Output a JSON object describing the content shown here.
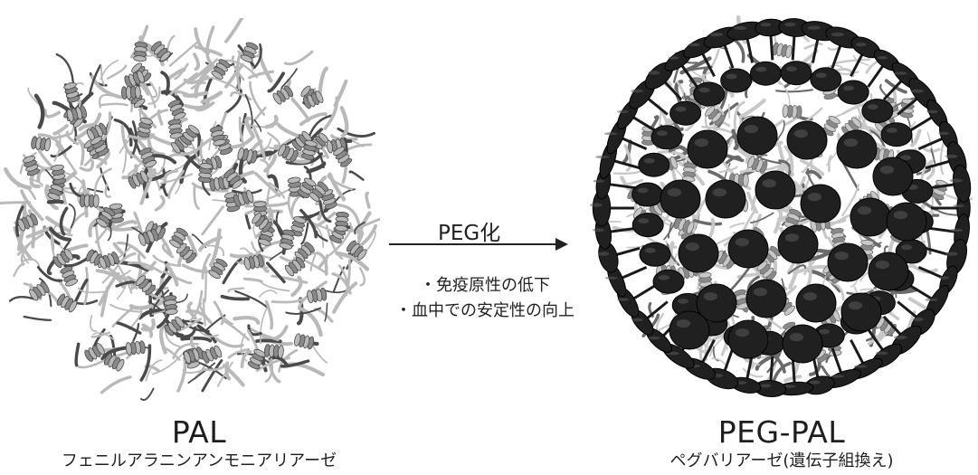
{
  "process": {
    "arrow_label": "PEG化",
    "effects": [
      "・免疫原性の低下",
      "・血中での安定性の向上"
    ]
  },
  "left_molecule": {
    "name": "PAL",
    "full_name": "フェニルアラニンアンモニアリアーゼ"
  },
  "right_molecule": {
    "name": "PEG-PAL",
    "full_name": "ペグバリアーゼ(遺伝子組換え)"
  },
  "colors": {
    "ribbon_light": "#b9b9b9",
    "ribbon_dark": "#4a4a4a",
    "peg_disc": "#202020",
    "text": "#222222"
  }
}
